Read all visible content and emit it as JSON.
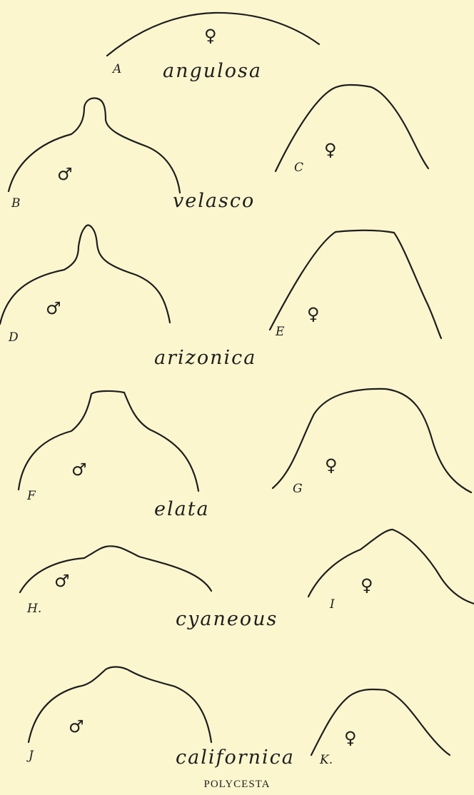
{
  "plate": {
    "caption": "POLYCESTA"
  },
  "symbols": {
    "male": "♂",
    "female": "♀"
  },
  "species": [
    {
      "name": "angulosa"
    },
    {
      "name": "velasco"
    },
    {
      "name": "arizonica"
    },
    {
      "name": "elata"
    },
    {
      "name": "cyaneous"
    },
    {
      "name": "californica"
    }
  ],
  "figures": [
    {
      "letter": "A",
      "sex": "female"
    },
    {
      "letter": "B",
      "sex": "male"
    },
    {
      "letter": "C",
      "sex": "female"
    },
    {
      "letter": "D",
      "sex": "male"
    },
    {
      "letter": "E",
      "sex": "female"
    },
    {
      "letter": "F",
      "sex": "male"
    },
    {
      "letter": "G",
      "sex": "female"
    },
    {
      "letter": "H.",
      "sex": "male"
    },
    {
      "letter": "I",
      "sex": "female"
    },
    {
      "letter": "J",
      "sex": "male"
    },
    {
      "letter": "K.",
      "sex": "female"
    }
  ]
}
